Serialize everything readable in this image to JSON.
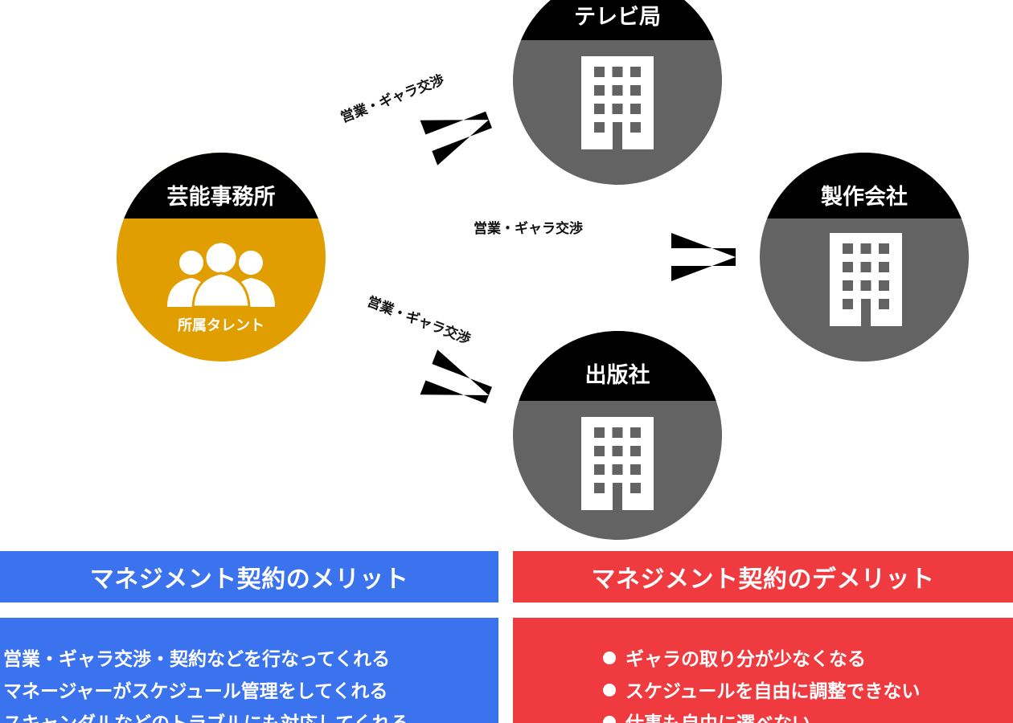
{
  "colors": {
    "agency": "#e09e00",
    "building_node": "#636363",
    "title_band": "#000000",
    "merit": "#3b72ee",
    "demerit": "#ef3b40"
  },
  "agency": {
    "title": "芸能事務所",
    "caption": "所属タレント",
    "icon": "people-group-icon"
  },
  "companies": [
    {
      "title": "テレビ局",
      "icon": "building-icon"
    },
    {
      "title": "製作会社",
      "icon": "building-icon"
    },
    {
      "title": "出版社",
      "icon": "building-icon"
    }
  ],
  "edges": [
    {
      "label": "営業・ギャラ交渉"
    },
    {
      "label": "営業・ギャラ交渉"
    },
    {
      "label": "営業・ギャラ交渉"
    }
  ],
  "merit": {
    "title": "マネジメント契約のメリット",
    "items": [
      "営業・ギャラ交渉・契約などを行なってくれる",
      "マネージャーがスケジュール管理をしてくれる",
      "スキャンダルなどのトラブルにも対応してくれる"
    ]
  },
  "demerit": {
    "title": "マネジメント契約のデメリット",
    "items": [
      "ギャラの取り分が少なくなる",
      "スケジュールを自由に調整できない",
      "仕事も自由に選べない"
    ]
  }
}
